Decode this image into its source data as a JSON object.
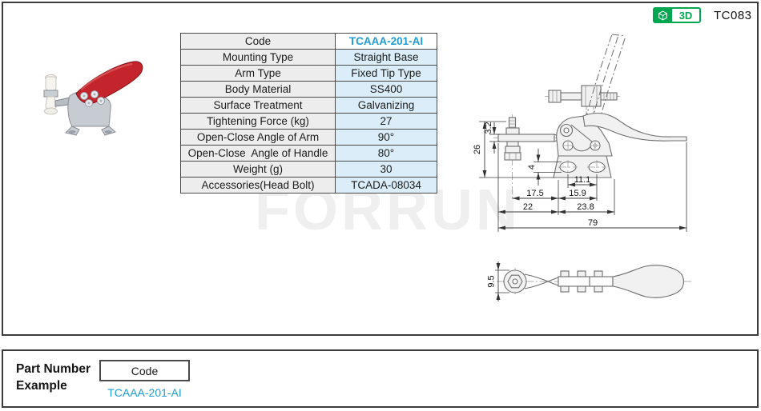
{
  "header": {
    "part_id": "TC083",
    "badge_3d": "3D"
  },
  "spec_table": {
    "rows": [
      {
        "label": "Code",
        "value": "TCAAA-201-AI"
      },
      {
        "label": "Mounting Type",
        "value": "Straight Base"
      },
      {
        "label": "Arm Type",
        "value": "Fixed Tip Type"
      },
      {
        "label": "Body Material",
        "value": "SS400"
      },
      {
        "label": "Surface Treatment",
        "value": "Galvanizing"
      },
      {
        "label": "Tightening Force (kg)",
        "value": "27"
      },
      {
        "label": "Open-Close Angle of Arm",
        "value": "90°"
      },
      {
        "label": "Open-Close  Angle of Handle",
        "value": "80°"
      },
      {
        "label": "Weight (g)",
        "value": "30"
      },
      {
        "label": "Accessories(Head Bolt)",
        "value": "TCADA-08034"
      }
    ]
  },
  "drawing": {
    "dims": {
      "overall_height": "26",
      "arm_thickness": "3.2",
      "slot_height": "4",
      "slot_pitch": "11.1",
      "base_inner": "15.9",
      "spindle_offset": "17.5",
      "left_length": "22",
      "base_width": "23.8",
      "overall_length": "79",
      "handle_width": "9.5"
    }
  },
  "part_number_example": {
    "heading_line1": "Part Number",
    "heading_line2": "Example",
    "code_label": "Code",
    "code_value": "TCAAA-201-AI"
  },
  "watermark": "FORRUN",
  "colors": {
    "accent_blue": "#1e9cd8",
    "badge_green": "#00a650",
    "table_label_bg": "#ededed",
    "table_value_bg": "#daedf9",
    "border_dark": "#3c3c3c"
  }
}
